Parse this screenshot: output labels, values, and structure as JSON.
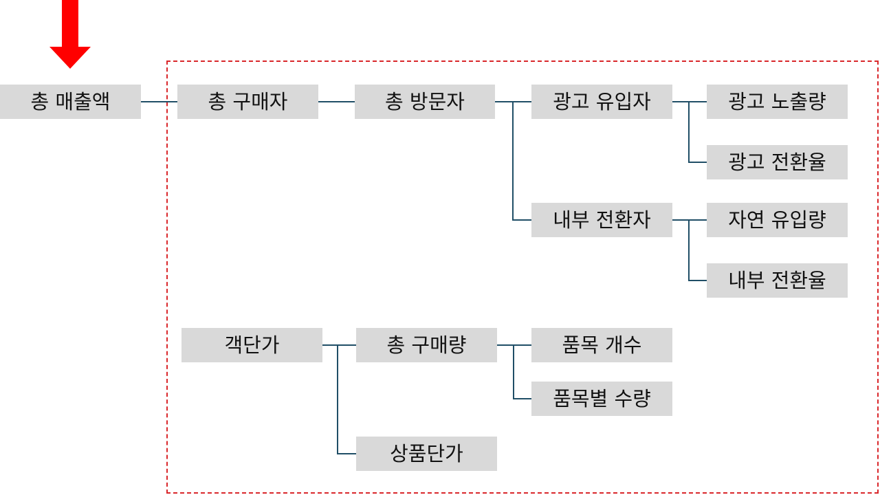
{
  "diagram": {
    "colors": {
      "node_fill": "#d9d9d9",
      "connector": "#1f4e66",
      "frame_border": "#d9262a",
      "arrow": "#ff0000"
    },
    "nodes": {
      "total_revenue": "총 매출액",
      "total_buyers": "총 구매자",
      "total_visitors": "총 방문자",
      "ad_inflow": "광고 유입자",
      "ad_impressions": "광고 노출량",
      "ad_conversion_rate": "광고 전환율",
      "internal_converters": "내부 전환자",
      "organic_inflow": "자연 유입량",
      "internal_conversion_rate": "내부 전환율",
      "avg_order_value": "객단가",
      "total_purchase_volume": "총 구매량",
      "item_count": "품목 개수",
      "quantity_per_item": "품목별 수량",
      "unit_price": "상품단가"
    }
  }
}
